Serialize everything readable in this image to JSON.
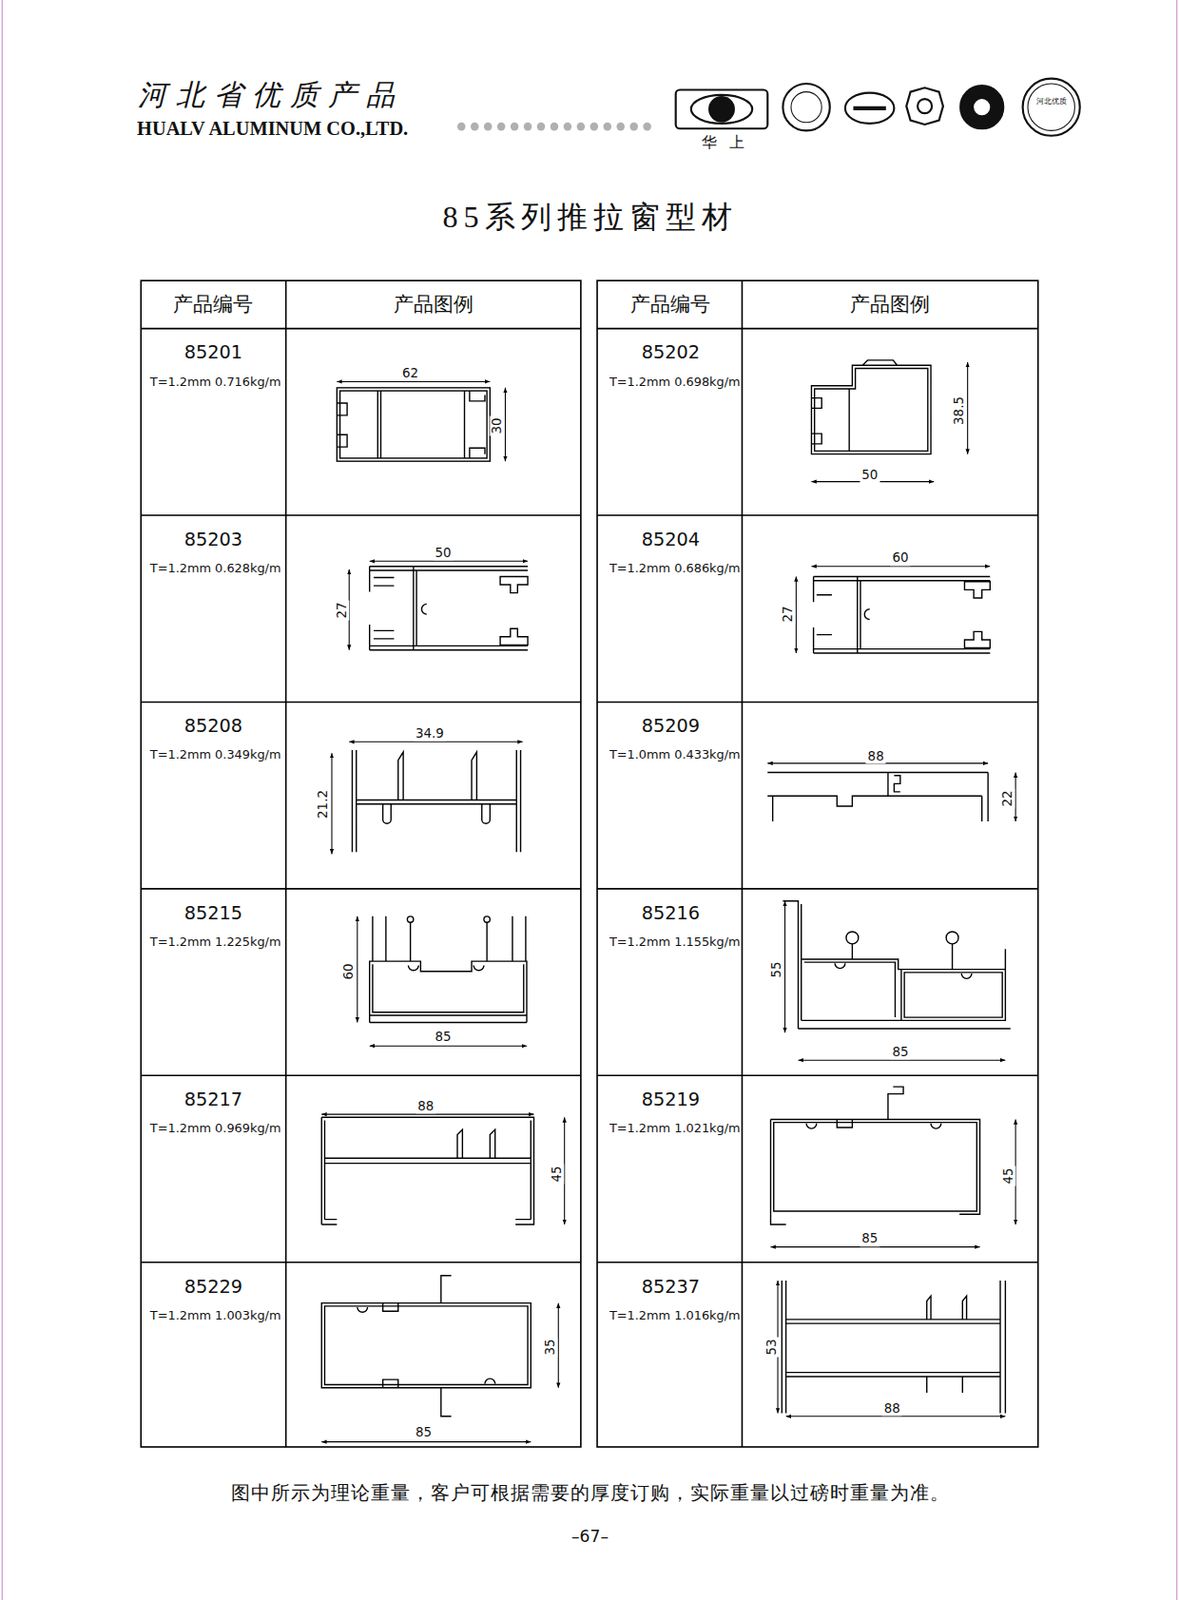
{
  "diagram": {
    "title": "85系列推拉窗型材",
    "caption": "图中所示为理论重量，客户可根据需要的厚度订购，实际重量以过磅时重量为准。",
    "labels": [
      "河北省优质产品",
      "HUALV ALUMINUM CO.,LTD.",
      "华 上",
      "河北优质",
      "产品编号",
      "产品图例",
      "产品编号",
      "产品图例",
      "85201",
      "T=1.2mm 0.716kg/m",
      "62",
      "30",
      "85202",
      "T=1.2mm 0.698kg/m",
      "38.5",
      "50",
      "85203",
      "T=1.2mm 0.628kg/m",
      "50",
      "27",
      "85204",
      "T=1.2mm 0.686kg/m",
      "60",
      "27",
      "85208",
      "T=1.2mm 0.349kg/m",
      "34.9",
      "21.2",
      "85209",
      "T=1.0mm 0.433kg/m",
      "88",
      "22",
      "85215",
      "T=1.2mm 1.225kg/m",
      "60",
      "85",
      "85216",
      "T=1.2mm 1.155kg/m",
      "55",
      "85",
      "85217",
      "T=1.2mm 0.969kg/m",
      "88",
      "45",
      "85219",
      "T=1.2mm 1.021kg/m",
      "45",
      "85",
      "85229",
      "T=1.2mm 1.003kg/m",
      "35",
      "85",
      "85237",
      "T=1.2mm 1.016kg/m",
      "53",
      "88",
      "–67–"
    ]
  }
}
